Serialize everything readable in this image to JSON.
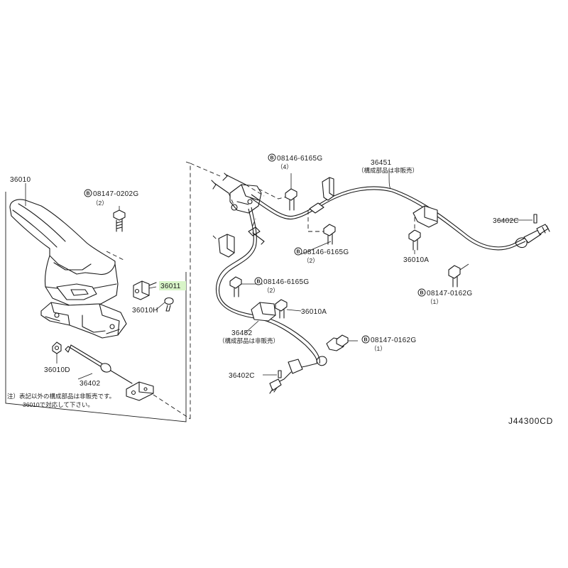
{
  "diagram_id": "J44300CD",
  "note": {
    "line1": "注）表記以外の構成部品は非販売です。",
    "line2": "36010で対応して下さい。"
  },
  "symbols": {
    "bolt_prefix": "B"
  },
  "parts": {
    "p36010": "36010",
    "p36011": "36011",
    "p36010H": "36010H",
    "p36010D": "36010D",
    "p36402": "36402",
    "bolt_0202G": {
      "code": "08147-0202G",
      "qty": "（2）"
    },
    "bolt_6165G_top": {
      "code": "08146-6165G",
      "qty": "（4）"
    },
    "p36451": {
      "code": "36451",
      "note": "（構成部品は非販売）"
    },
    "bolt_6165G_mid": {
      "code": "08146-6165G",
      "qty": "（2）"
    },
    "bolt_6165G_left": {
      "code": "08146-6165G",
      "qty": "（2）"
    },
    "p36402C_right": "36402C",
    "p36010A_right": "36010A",
    "bolt_0162G_right": {
      "code": "08147-0162G",
      "qty": "（1）"
    },
    "p36010A_mid": "36010A",
    "p36452": {
      "code": "36452",
      "note": "（構成部品は非販売）"
    },
    "bolt_0162G_mid": {
      "code": "08147-0162G",
      "qty": "（1）"
    },
    "p36402C_left": "36402C"
  },
  "colors": {
    "ink": "#1a1a1a",
    "highlight": "#d8f4c8",
    "background": "#ffffff"
  }
}
